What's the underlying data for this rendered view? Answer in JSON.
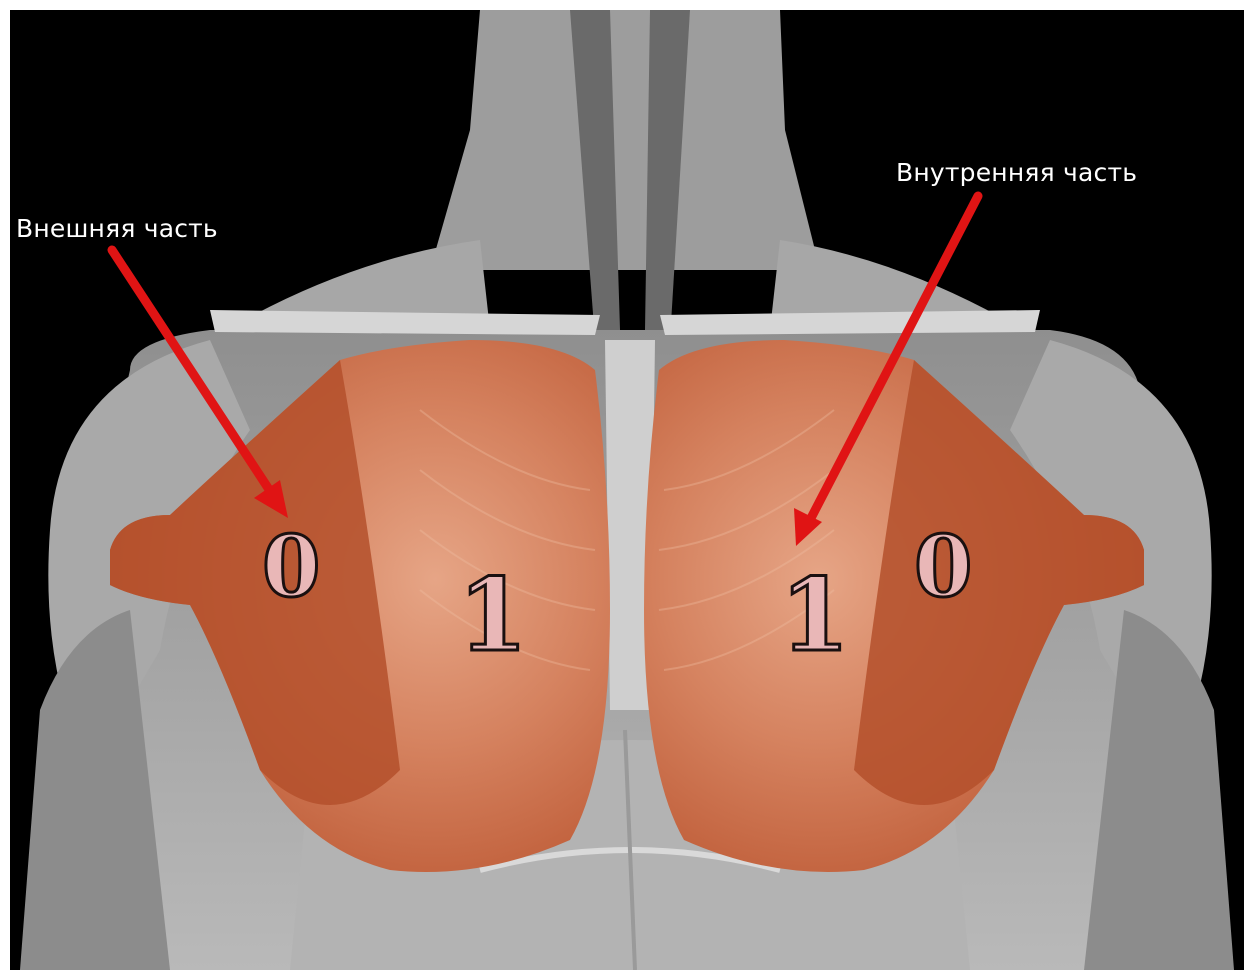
{
  "labels": {
    "outer_part": "Внешняя часть",
    "inner_part": "Внутренняя часть"
  },
  "markers": {
    "outer_left": "0",
    "inner_left": "1",
    "inner_right": "1",
    "outer_right": "0"
  },
  "colors": {
    "background": "#000000",
    "muscle_highlight": "#c8643c",
    "arrow": "#e01414",
    "marker_fill": "#e9b7b7"
  }
}
